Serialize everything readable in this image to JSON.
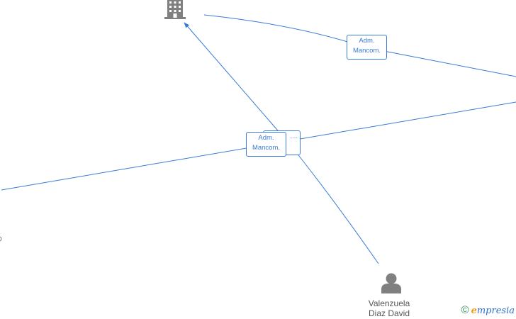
{
  "edges": [
    {
      "id": "e1",
      "label_line1": "Adm.",
      "label_line2": "Mancom."
    },
    {
      "id": "e2",
      "label_line1": "Adm.",
      "label_line2": "Mancom."
    },
    {
      "id": "e3",
      "label_line1": "",
      "label_line2": "...."
    }
  ],
  "nodes": [
    {
      "id": "company",
      "type": "building-icon",
      "label": ""
    },
    {
      "id": "person",
      "type": "person-icon",
      "label_line1": "Valenzuela",
      "label_line2": "Diaz David"
    }
  ],
  "colors": {
    "edge": "#3a7bd5",
    "node_icon": "#808080",
    "text": "#555555"
  },
  "brand": {
    "copyright": "©",
    "name_initial": "e",
    "name_rest": "mpresia"
  }
}
